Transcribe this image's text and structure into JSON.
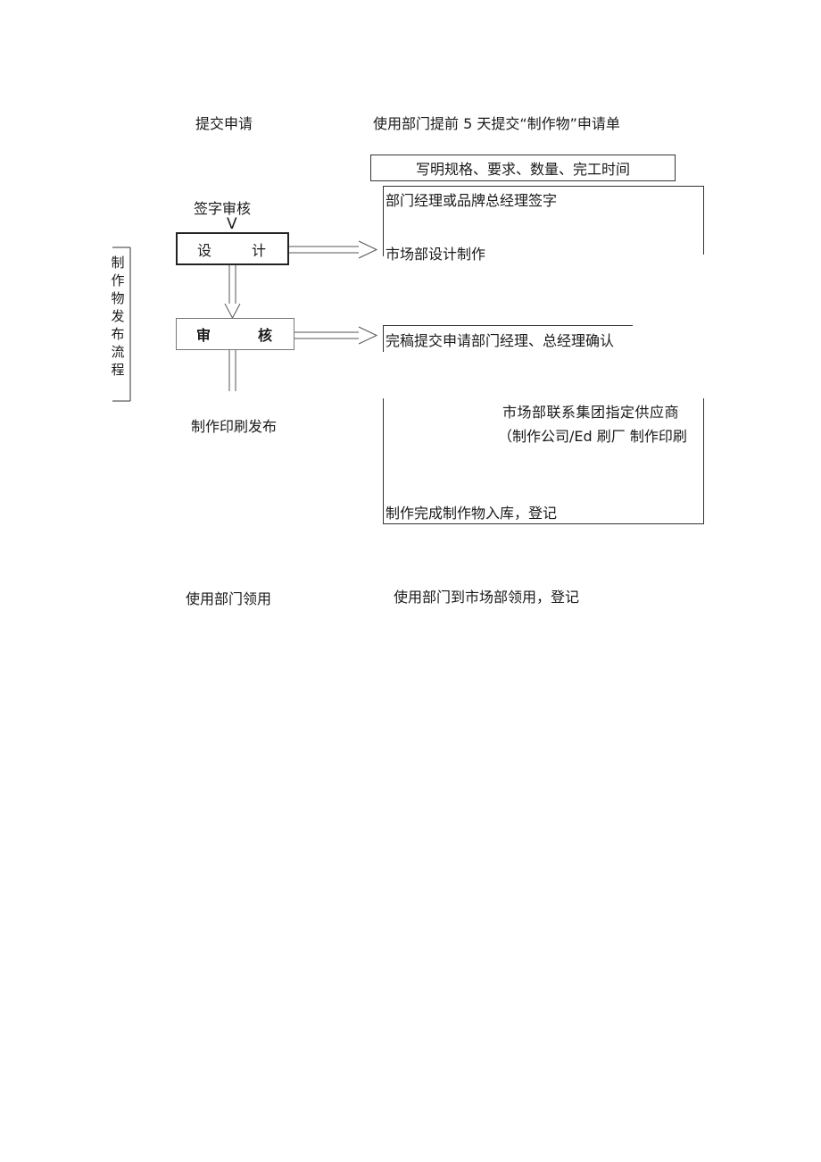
{
  "steps": {
    "submit": "提交申请",
    "sign_review": "签字审核",
    "mark": "V",
    "design": "设",
    "design2": "计",
    "review": "审",
    "review2": "核",
    "print_publish": "制作印刷发布",
    "dept_pickup": "使用部门领用"
  },
  "side_title": "制作物发布流程",
  "notes": {
    "submit_note": "使用部门提前 5 天提交“制作物”申请单",
    "spec_box": "写明规格、要求、数量、完工时间",
    "sign_note": "部门经理或品牌总经理签字",
    "design_note": "市场部设计制作",
    "review_note": "完稿提交申请部门经理、总经理确认",
    "supplier_line1": "市场部联系集团指定供应商",
    "supplier_line2": "（制作公司/Ed 刷厂 制作印刷",
    "stock_note": "制作完成制作物入库，登记",
    "pickup_note": "使用部门到市场部领用，登记"
  }
}
